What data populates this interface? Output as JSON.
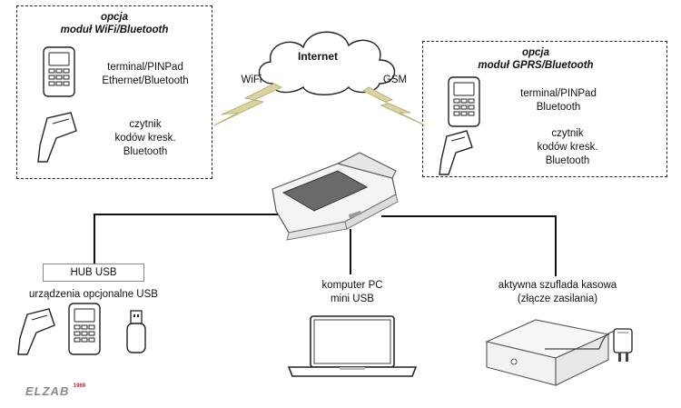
{
  "left_option": {
    "title_line1": "opcja",
    "title_line2": "moduł WiFi/Bluetooth",
    "terminal_line1": "terminal/PINPad",
    "terminal_line2": "Ethernet/Bluetooth",
    "scanner_line1": "czytnik",
    "scanner_line2": "kodów kresk.",
    "scanner_line3": "Bluetooth"
  },
  "right_option": {
    "title_line1": "opcja",
    "title_line2": "moduł GPRS/Bluetooth",
    "terminal_line1": "terminal/PINPad",
    "terminal_line2": "Bluetooth",
    "scanner_line1": "czytnik",
    "scanner_line2": "kodów kresk.",
    "scanner_line3": "Bluetooth"
  },
  "cloud": {
    "label": "Internet"
  },
  "links": {
    "wifi": "WiFi",
    "gsm": "GSM"
  },
  "hub": {
    "box_label": "HUB USB",
    "caption": "urządzenia opcjonalne USB"
  },
  "pc": {
    "line1": "komputer PC",
    "line2": "mini USB"
  },
  "drawer": {
    "line1": "aktywna szuflada kasowa",
    "line2": "(złącze zasilania)"
  },
  "logo": {
    "text": "ELZAB",
    "year": "1969"
  },
  "colors": {
    "accent_red": "#c8202a",
    "line": "#111111",
    "bolt": "#c9c58a"
  }
}
